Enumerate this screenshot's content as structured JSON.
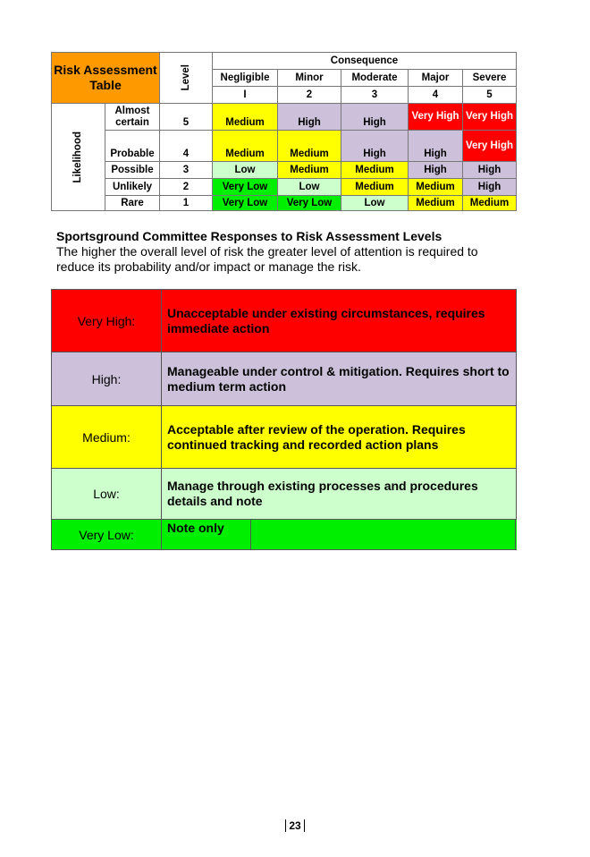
{
  "matrix": {
    "title": "Risk Assessment Table",
    "level_label": "Level",
    "consequence_label": "Consequence",
    "likelihood_label": "Likelihood",
    "consequences": [
      {
        "name": "Negligible",
        "level": "I"
      },
      {
        "name": "Minor",
        "level": "2"
      },
      {
        "name": "Moderate",
        "level": "3"
      },
      {
        "name": "Major",
        "level": "4"
      },
      {
        "name": "Severe",
        "level": "5"
      }
    ],
    "rows": [
      {
        "likelihood": "Almost certain",
        "level": "5",
        "cells": [
          "Medium",
          "High",
          "High",
          "Very High",
          "Very High"
        ]
      },
      {
        "likelihood": "Probable",
        "level": "4",
        "cells": [
          "Medium",
          "Medium",
          "High",
          "High",
          "Very High"
        ]
      },
      {
        "likelihood": "Possible",
        "level": "3",
        "cells": [
          "Low",
          "Medium",
          "Medium",
          "High",
          "High"
        ]
      },
      {
        "likelihood": "Unlikely",
        "level": "2",
        "cells": [
          "Very Low",
          "Low",
          "Medium",
          "Medium",
          "High"
        ]
      },
      {
        "likelihood": "Rare",
        "level": "1",
        "cells": [
          "Very Low",
          "Very Low",
          "Low",
          "Medium",
          "Medium"
        ]
      }
    ]
  },
  "heading": "Sportsground Committee Responses to Risk Assessment Levels",
  "paragraph": "The higher the overall level of risk the greater level of attention is required to reduce its probability and/or impact or manage the risk.",
  "responses": [
    {
      "level": "Very High:",
      "text": "Unacceptable under existing circumstances, requires immediate action"
    },
    {
      "level": "High:",
      "text": "Manageable under control & mitigation.  Requires short to medium term action"
    },
    {
      "level": "Medium:",
      "text": "Acceptable after review of the operation.  Requires continued tracking and recorded action plans"
    },
    {
      "level": "Low:",
      "text": "Manage through existing processes and procedures details and note"
    },
    {
      "level": "Very Low:",
      "text": "Note only"
    }
  ],
  "colors": {
    "title_orange": "#FF9900",
    "very_high": "#FF0000",
    "high": "#CCC0DA",
    "medium": "#FFFF00",
    "low": "#CCFFCC",
    "very_low": "#00EE00"
  },
  "page_number": "23"
}
